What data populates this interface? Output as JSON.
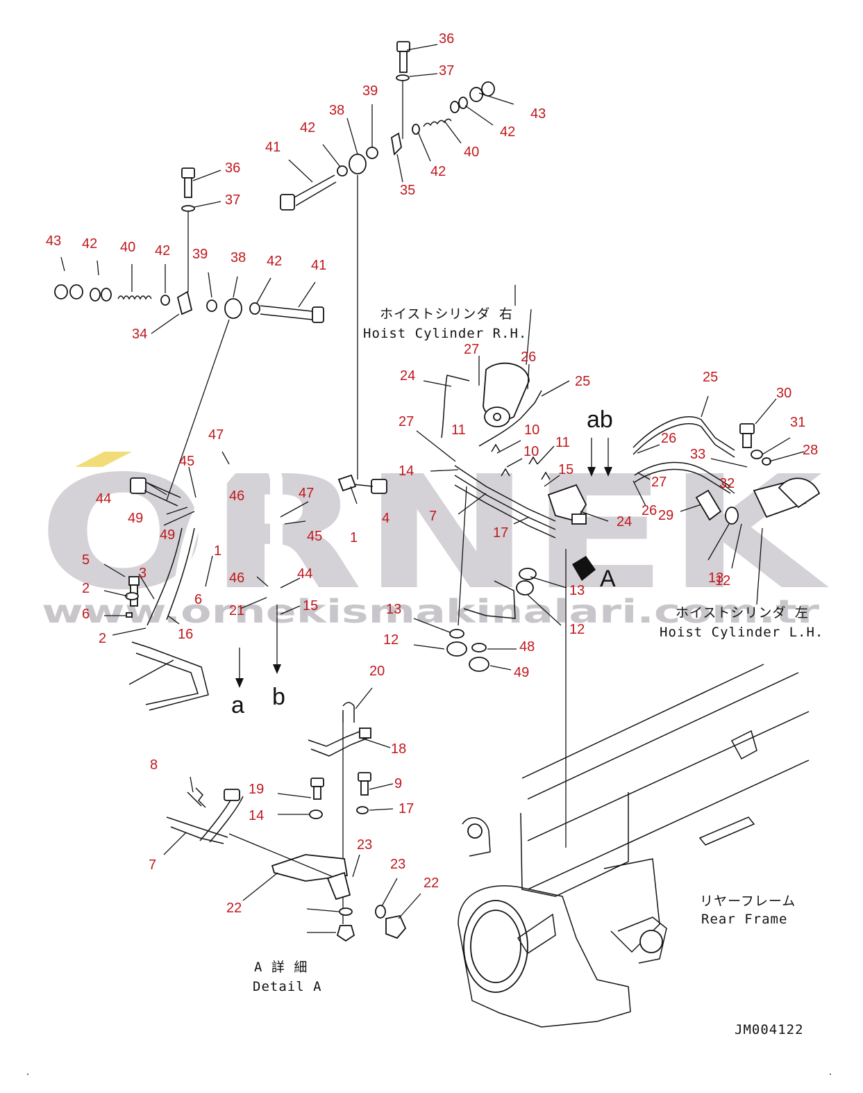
{
  "watermark": {
    "brand": "ORNEK",
    "url": "www.ornekismakinalari.com.tr"
  },
  "captions": {
    "hoist_rh_jp": "ホイストシリンダ 右",
    "hoist_rh_en": "Hoist Cylinder R.H.",
    "hoist_lh_jp": "ホイストシリンダ 左",
    "hoist_lh_en": "Hoist Cylinder L.H.",
    "rear_frame_jp": "リヤーフレーム",
    "rear_frame_en": "Rear Frame",
    "detail_a_jp": "A 詳 細",
    "detail_a_en": "Detail A",
    "drawing_code": "JM004122",
    "marker_a": "a",
    "marker_b": "b",
    "marker_ab": "ab",
    "view_a": "A"
  },
  "part_labels": [
    "36",
    "37",
    "39",
    "38",
    "42",
    "43",
    "42",
    "40",
    "42",
    "41",
    "35",
    "36",
    "37",
    "43",
    "42",
    "40",
    "42",
    "39",
    "38",
    "42",
    "41",
    "34",
    "27",
    "26",
    "24",
    "25",
    "25",
    "30",
    "31",
    "28",
    "26",
    "27",
    "11",
    "10",
    "11",
    "10",
    "15",
    "14",
    "7",
    "17",
    "24",
    "27",
    "32",
    "26",
    "33",
    "29",
    "13",
    "12",
    "13",
    "12",
    "13",
    "12",
    "48",
    "49",
    "47",
    "45",
    "46",
    "44",
    "47",
    "49",
    "49",
    "45",
    "1",
    "6",
    "46",
    "44",
    "4",
    "1",
    "5",
    "3",
    "2",
    "6",
    "2",
    "16",
    "21",
    "15",
    "20",
    "18",
    "8",
    "19",
    "9",
    "14",
    "17",
    "7",
    "23",
    "22",
    "23",
    "22"
  ],
  "colors": {
    "label": "#c0161b",
    "line": "#111111",
    "watermark": "#cfcdd0",
    "watermark_accent": "#f2dc7a"
  }
}
